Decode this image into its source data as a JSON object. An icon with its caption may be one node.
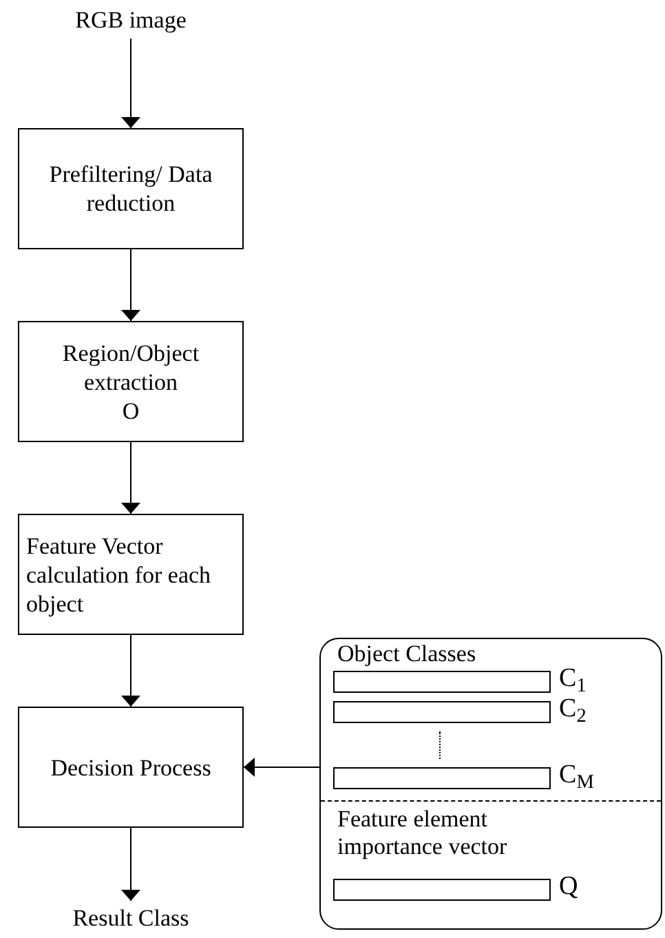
{
  "diagram": {
    "nodes": [
      {
        "text": [
          "RGB image"
        ]
      },
      {
        "text": [
          "Prefiltering/ Data reduction"
        ]
      },
      {
        "text": [
          "Region/Object extraction",
          "O"
        ]
      },
      {
        "text": [
          "Feature Vector calculation for each object"
        ]
      },
      {
        "text": [
          "Decision Process"
        ]
      },
      {
        "text": [
          "Result Class"
        ]
      },
      {
        "text": [
          "Object Classes",
          "Feature element importance vector"
        ]
      },
      {
        "text": [],
        "shape": "bar",
        "in": 6,
        "beside": [
          "C$_{1}$"
        ]
      },
      {
        "text": [],
        "shape": "bar",
        "in": 6,
        "beside": [
          "C$_{2}$"
        ]
      },
      {
        "text": [],
        "shape": "bar",
        "in": 6,
        "beside": [
          "C$_{M}$"
        ]
      },
      {
        "text": [],
        "shape": "bar",
        "in": 6,
        "beside": [
          "Q"
        ]
      }
    ],
    "edges": [
      {
        "from": 0,
        "to": 1,
        "arrow": "to"
      },
      {
        "from": 1,
        "to": 2,
        "arrow": "to"
      },
      {
        "from": 2,
        "to": 3,
        "arrow": "to"
      },
      {
        "from": 3,
        "to": 4,
        "arrow": "to"
      },
      {
        "from": 4,
        "to": 5,
        "arrow": "to"
      },
      {
        "from": 6,
        "to": 4,
        "arrow": "to"
      }
    ]
  }
}
